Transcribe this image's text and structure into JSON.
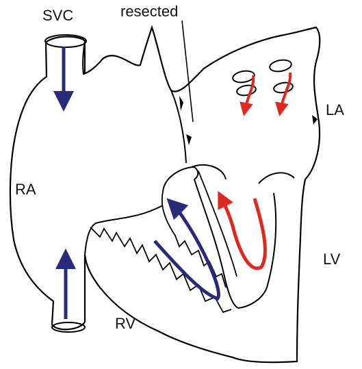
{
  "labels": {
    "svc": "SVC",
    "resected": "resected",
    "la": "LA",
    "ra": "RA",
    "lv": "LV",
    "rv": "RV"
  },
  "colors": {
    "outline": "#000000",
    "venous_flow": "#2a2a7a",
    "arterial_flow": "#e0281e",
    "background": "#ffffff"
  }
}
